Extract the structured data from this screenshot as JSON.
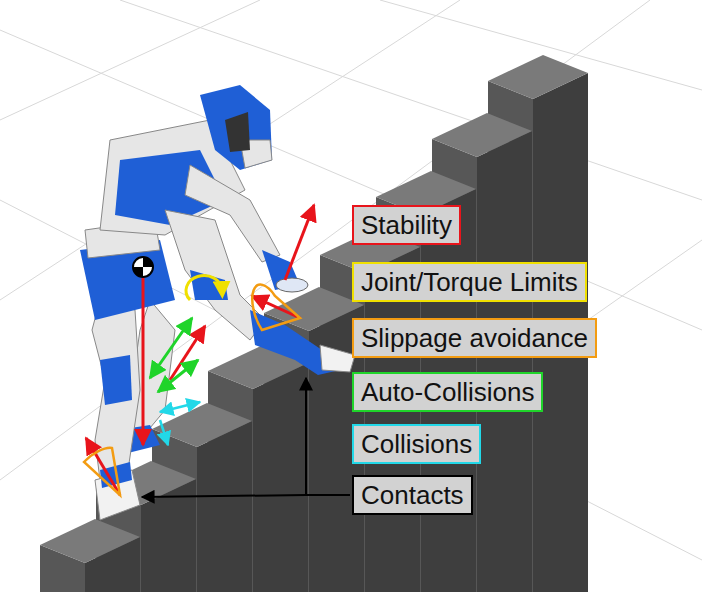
{
  "diagram": {
    "nodes": [
      {
        "text": [
          "Stability"
        ]
      },
      {
        "text": [
          "Joint/Torque Limits"
        ]
      },
      {
        "text": [
          "Slippage avoidance"
        ]
      },
      {
        "text": [
          "Auto-Collisions"
        ]
      },
      {
        "text": [
          "Collisions"
        ]
      },
      {
        "text": [
          "Contacts"
        ]
      }
    ]
  }
}
